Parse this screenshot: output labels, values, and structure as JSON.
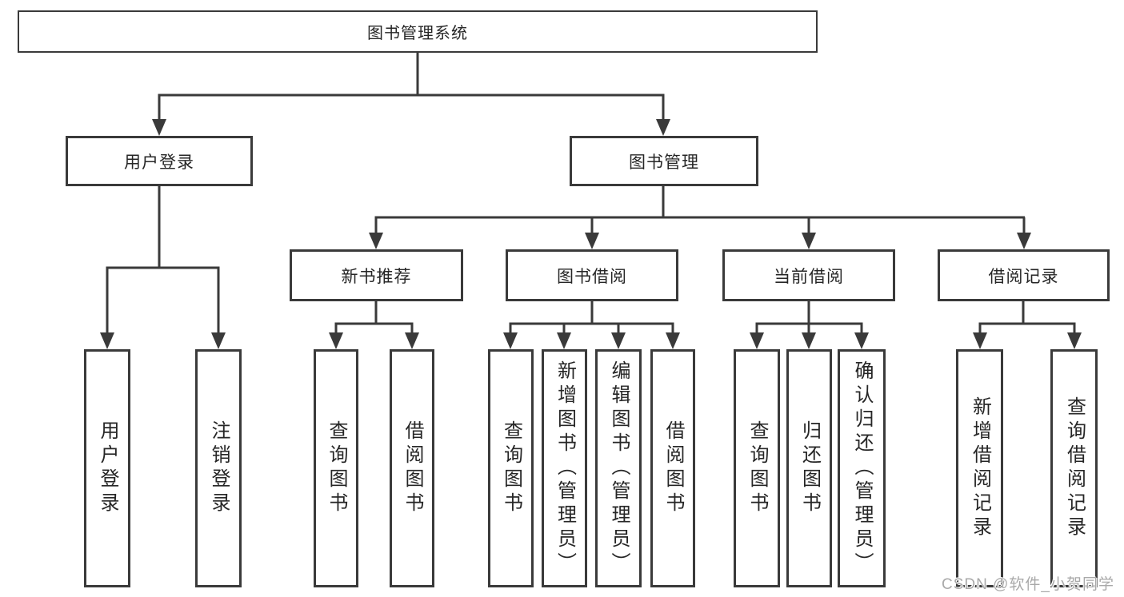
{
  "diagram": {
    "root": {
      "label": "图书管理系统"
    },
    "level2": {
      "user_login": {
        "label": "用户登录"
      },
      "book_management": {
        "label": "图书管理"
      }
    },
    "level3": {
      "new_book_recommend": {
        "label": "新书推荐"
      },
      "book_borrow": {
        "label": "图书借阅"
      },
      "current_borrow": {
        "label": "当前借阅"
      },
      "borrow_records": {
        "label": "借阅记录"
      }
    },
    "leaves": {
      "login": [
        "用户登录",
        "注销登录"
      ],
      "recommend": [
        "查询图书",
        "借阅图书"
      ],
      "borrow": [
        "查询图书",
        "新增图书（管理员）",
        "编辑图书（管理员）",
        "借阅图书"
      ],
      "current": [
        "查询图书",
        "归还图书",
        "确认归还（管理员）"
      ],
      "records": [
        "新增借阅记录",
        "查询借阅记录"
      ]
    }
  },
  "watermark": "CSDN @软件_小贺同学",
  "colors": {
    "line": "#3a3a3a",
    "box_border": "#3a3a3a",
    "text": "#262626",
    "background": "#ffffff",
    "watermark": "#a9a9a9"
  }
}
